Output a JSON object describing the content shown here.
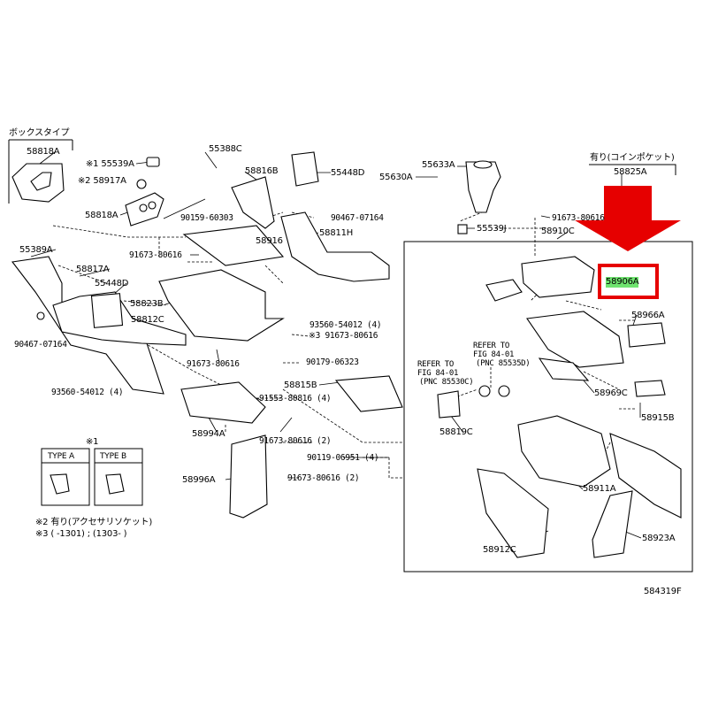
{
  "diagram": {
    "catalog_id": "584319F",
    "callout_part": "58906A",
    "colors": {
      "arrow": "#e60000",
      "highlight": "#6fe36f",
      "line": "#000000"
    },
    "group_labels": {
      "box_type": "ボックスタイプ",
      "with_coin_pocket": "有り(コインポケット)"
    },
    "refs": {
      "left_refer": "REFER TO",
      "left_fig": "FIG 84-01",
      "left_pnc": "(PNC 85530C)",
      "right_refer": "REFER TO",
      "right_fig": "FIG 84-01",
      "right_pnc": "(PNC 85535D)"
    },
    "legend": {
      "mark1": "※1",
      "type_a": "TYPE A",
      "type_b": "TYPE B",
      "note2": "※2 有り(アクセサリソケット)",
      "note3": "※3 (       -1301) ; (1303-       )"
    },
    "parts": {
      "p58818A_top": "58818A",
      "p55539A": "※1 55539A",
      "p58917A": "※2 58917A",
      "p58818A": "58818A",
      "p55389A": "55389A",
      "p58817A": "58817A",
      "p55448D": "55448D",
      "p58812C": "58812C",
      "p90467_left": "90467-07164",
      "p93560_left": "93560-54012 (4)",
      "p55388C": "55388C",
      "p58816B": "58816B",
      "p55448D_top": "55448D",
      "p90159": "90159-60303",
      "p90467_mid": "90467-07164",
      "p58916": "58916",
      "p58811H": "58811H",
      "p91673_a": "91673-80616",
      "p58823B": "58823B",
      "p93560_mid": "93560-54012 (4)",
      "p91673_b": "※3 91673-80616",
      "p91673_c": "91673-80616",
      "p90179": "90179-06323",
      "p58815B": "58815B",
      "p91553": "91553-80816 (4)",
      "p58994A": "58994A",
      "p91673_d": "91673-80616 (2)",
      "p58996A": "58996A",
      "p91673_e": "91673-80616 (2)",
      "p90119": "90119-06951 (4)",
      "p55630A": "55630A",
      "p55633A": "55633A",
      "p58825A": "58825A",
      "p55539J": "55539J",
      "p91673_f": "91673-80616",
      "p58910C": "58910C",
      "p58966A": "58966A",
      "p58969C": "58969C",
      "p58915B": "58915B",
      "p58819C": "58819C",
      "p58911A": "58911A",
      "p58923A": "58923A",
      "p58912C": "58912C"
    }
  }
}
